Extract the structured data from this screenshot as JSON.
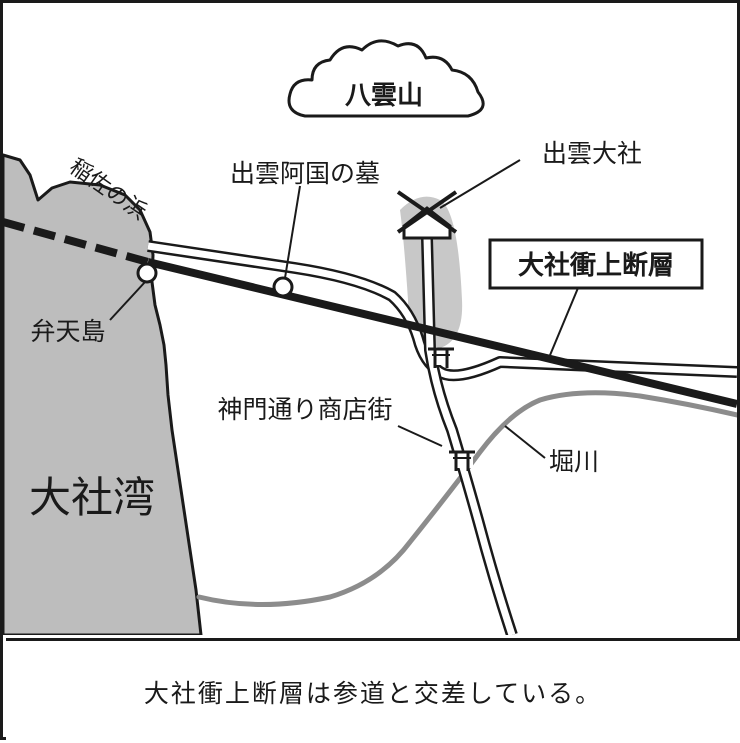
{
  "mountain": {
    "label": "八雲山"
  },
  "places": {
    "beach": "稲佐の浜",
    "tomb": "出雲阿国の墓",
    "shrine": "出雲大社",
    "fault": "大社衝上断層",
    "island": "弁天島",
    "shopping_street": "神門通り商店街",
    "river": "堀川",
    "bay": "大社湾"
  },
  "caption": "大社衝上断層は参道と交差している。",
  "colors": {
    "land_gray": "#bdbdbd",
    "approach_gray": "#c8c8c8",
    "river_gray": "#8c8c8c",
    "line": "#1a1a1a"
  }
}
